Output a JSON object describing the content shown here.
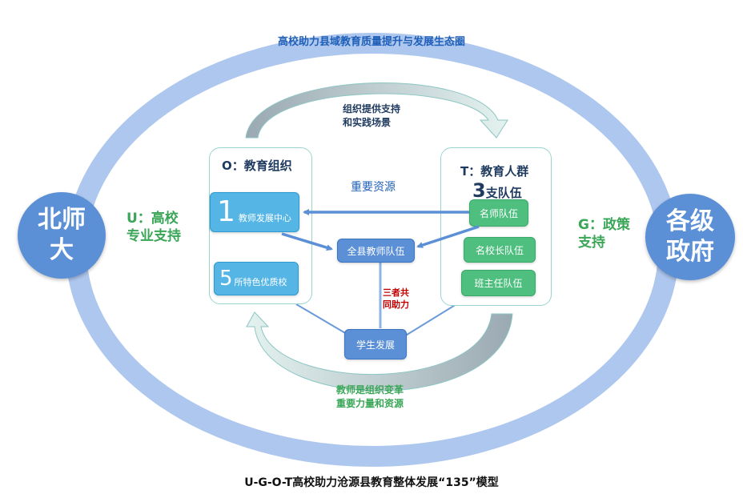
{
  "ring_title": "高校助力县域教育质量提升与发展生态圈",
  "left_circle": [
    "北师",
    "大"
  ],
  "right_circle": [
    "各级",
    "政府"
  ],
  "left_label": [
    "U：高校",
    "专业支持"
  ],
  "right_label": [
    "G：政策",
    "支持"
  ],
  "top_arrow_label": [
    "组织提供支持",
    "和实践场景"
  ],
  "bottom_arrow_label": [
    "教师是组织变革",
    "重要力量和资源"
  ],
  "org_panel": {
    "title": "O：教育组织",
    "box1": {
      "num": "1",
      "text": "教师发展中心"
    },
    "box2": {
      "num": "5",
      "text": "所特色优质校"
    }
  },
  "people_panel": {
    "title": "T：教育人群",
    "subtitle_num": "3",
    "subtitle_text": "支队伍",
    "teams": [
      "名师队伍",
      "名校长队伍",
      "班主任队伍"
    ]
  },
  "resource_label": "重要资源",
  "center_box": "全县教师队伍",
  "three_label": [
    "三者共",
    "同助力"
  ],
  "student_box": "学生发展",
  "caption": "U-G-O-T高校助力沧源县教育整体发展“135”模型",
  "colors": {
    "ring": "#aec7ee",
    "circle": "#5b8fd6",
    "green": "#3aa657",
    "arrow": "#5b8fd6",
    "panel_border": "#9bd3cf"
  }
}
